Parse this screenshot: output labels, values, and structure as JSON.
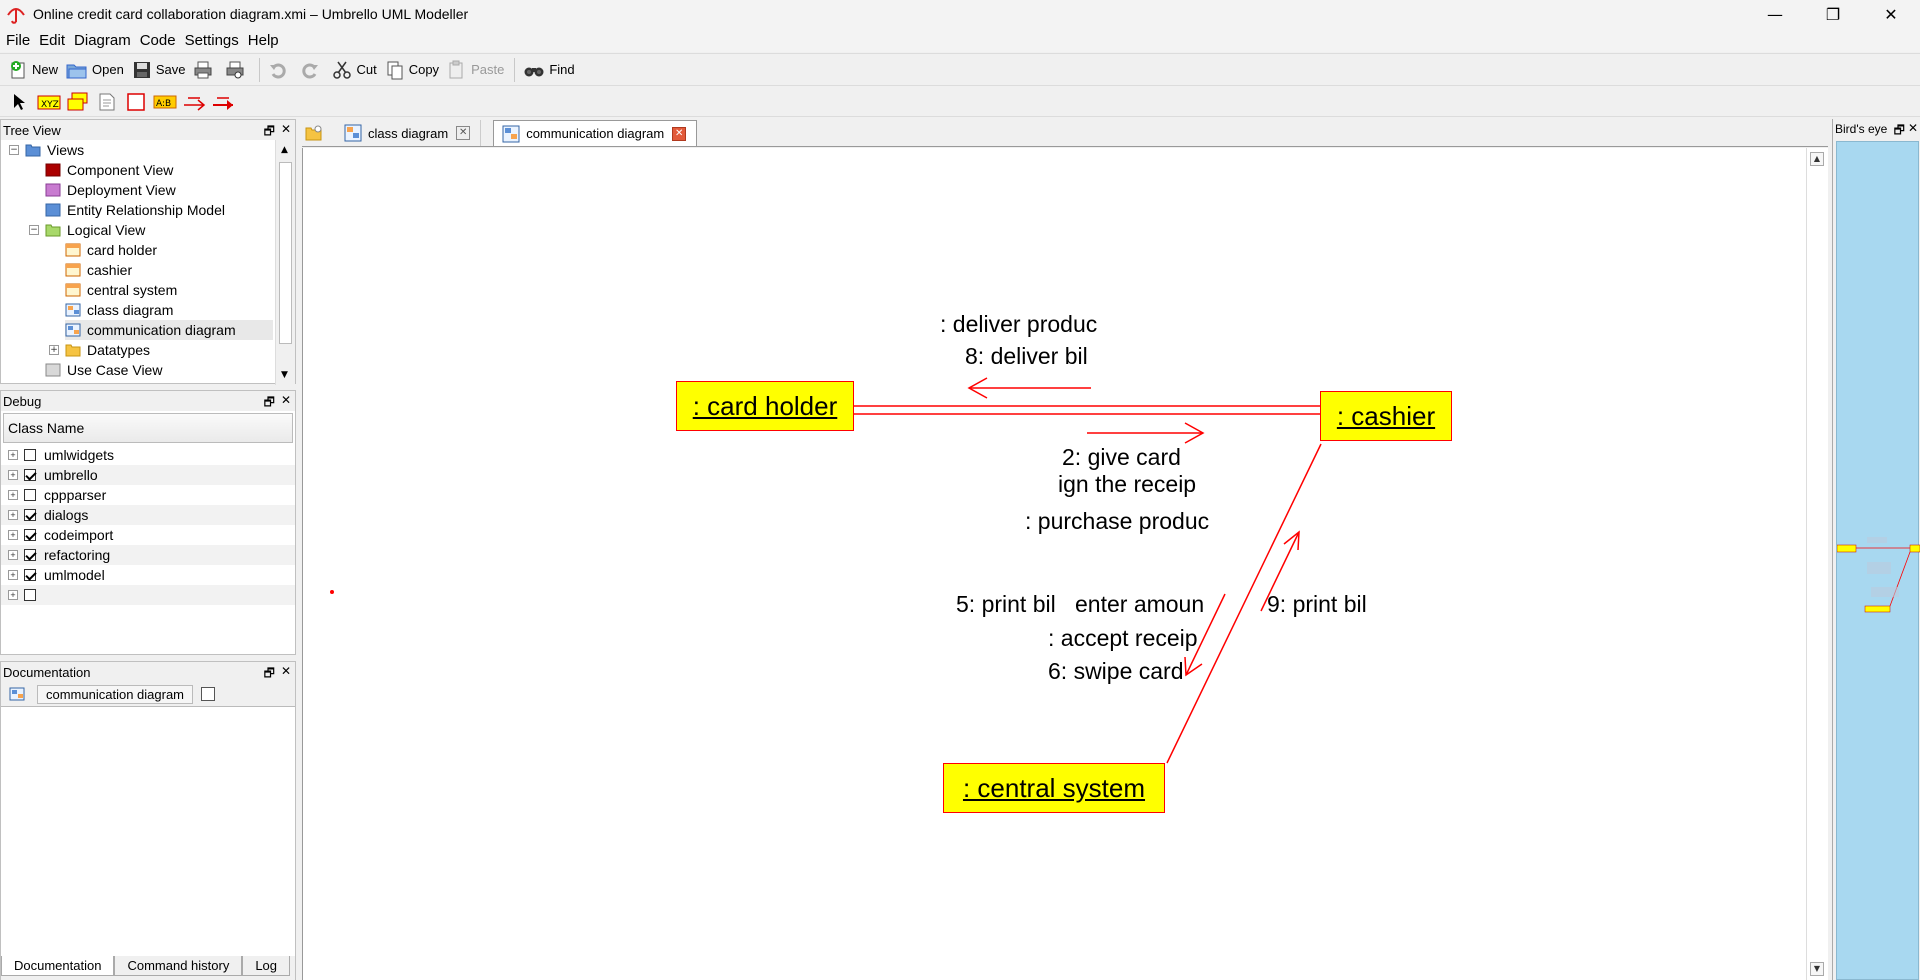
{
  "window": {
    "title": "Online credit card collaboration diagram.xmi – Umbrello UML Modeller",
    "minimize": "—",
    "maximize": "❐",
    "close": "✕"
  },
  "menu": [
    "File",
    "Edit",
    "Diagram",
    "Code",
    "Settings",
    "Help"
  ],
  "toolbar": {
    "new": "New",
    "open": "Open",
    "save": "Save",
    "cut": "Cut",
    "copy": "Copy",
    "paste": "Paste",
    "find": "Find"
  },
  "tree_view": {
    "title": "Tree View",
    "items": [
      {
        "label": "Views",
        "icon": "folder-blue-icon"
      },
      {
        "label": "Component View",
        "icon": "component-view-icon"
      },
      {
        "label": "Deployment View",
        "icon": "deployment-view-icon"
      },
      {
        "label": "Entity Relationship Model",
        "icon": "entity-model-icon"
      },
      {
        "label": "Logical View",
        "icon": "folder-green-icon"
      },
      {
        "label": "card holder",
        "icon": "class-icon"
      },
      {
        "label": "cashier",
        "icon": "class-icon"
      },
      {
        "label": "central system",
        "icon": "class-icon"
      },
      {
        "label": "class diagram",
        "icon": "class-diagram-icon"
      },
      {
        "label": "communication diagram",
        "icon": "communication-diagram-icon"
      },
      {
        "label": "Datatypes",
        "icon": "folder-yellow-icon"
      },
      {
        "label": "Use Case View",
        "icon": "use-case-view-icon"
      }
    ]
  },
  "debug": {
    "title": "Debug",
    "column": "Class Name",
    "rows": [
      {
        "label": "umlwidgets",
        "checked": false
      },
      {
        "label": "umbrello",
        "checked": true
      },
      {
        "label": "cppparser",
        "checked": false
      },
      {
        "label": "dialogs",
        "checked": true
      },
      {
        "label": "codeimport",
        "checked": true
      },
      {
        "label": "refactoring",
        "checked": true
      },
      {
        "label": "umlmodel",
        "checked": true
      },
      {
        "label": "",
        "checked": false
      }
    ]
  },
  "documentation": {
    "title": "Documentation",
    "name": "communication diagram",
    "tabs": [
      "Documentation",
      "Command history",
      "Log"
    ]
  },
  "diagram_tabs": [
    {
      "label": "class diagram",
      "active": false
    },
    {
      "label": "communication diagram",
      "active": true
    }
  ],
  "diagram": {
    "objects": {
      "card_holder": ": card holder",
      "cashier": ": cashier",
      "central_system": ": central system"
    },
    "messages": {
      "deliver_product": ": deliver produc",
      "deliver_bill": "8: deliver bil",
      "give_card": "2: give card",
      "sign_receipt": "ign the receip",
      "purchase_product": ": purchase produc",
      "print_bill_5": "5: print bil",
      "enter_amount": "enter amoun",
      "print_bill_9": "9: print bil",
      "accept_receipt": ": accept receip",
      "swipe_card": "6: swipe card"
    },
    "line_color": "#ff0000",
    "object_fill": "#ffff00"
  },
  "birds_eye": {
    "title": "Bird's eye"
  }
}
